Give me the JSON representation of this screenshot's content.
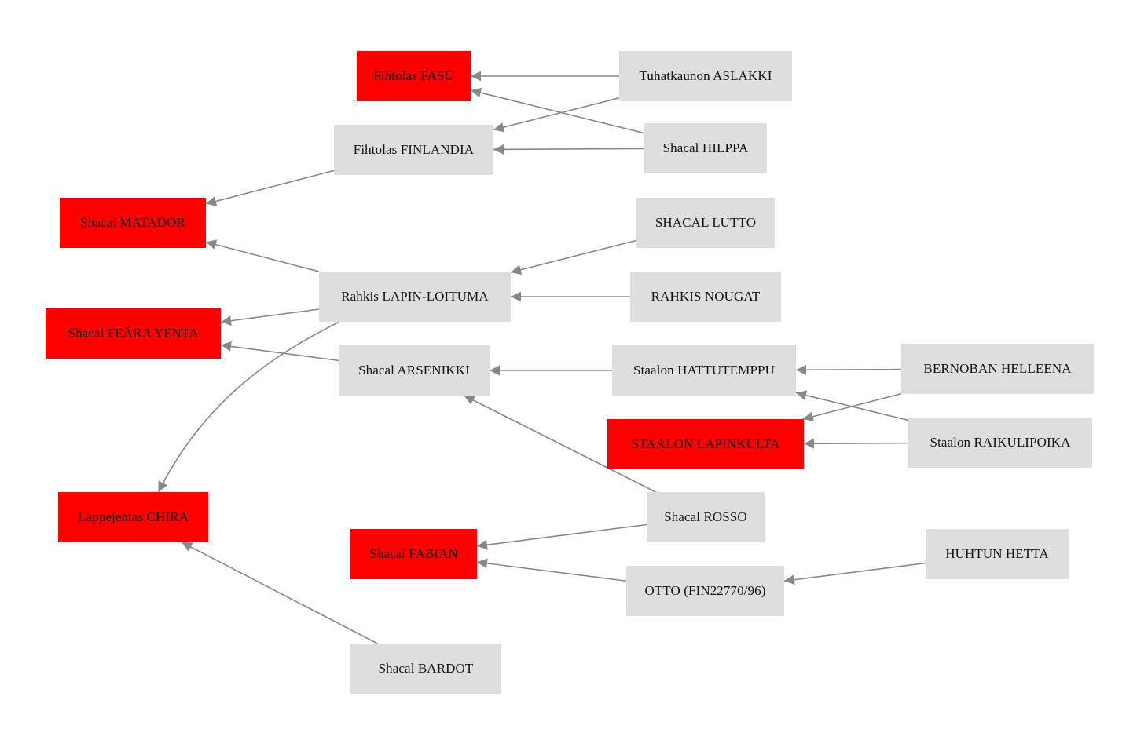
{
  "colors": {
    "highlight": "#ff0000",
    "normal": "#dedede",
    "edge": "#888888"
  },
  "nodes": {
    "fasu": {
      "label": "Fihtolas FASU",
      "color": "red"
    },
    "aslakki": {
      "label": "Tuhatkaunon ASLAKKI",
      "color": "gray"
    },
    "finlandia": {
      "label": "Fihtolas FINLANDIA",
      "color": "gray"
    },
    "hilppa": {
      "label": "Shacal HILPPA",
      "color": "gray"
    },
    "matador": {
      "label": "Shacal MATADOR",
      "color": "red"
    },
    "lutto": {
      "label": "SHACAL LUTTO",
      "color": "gray"
    },
    "lapin": {
      "label": "Rahkis LAPIN-LOITUMA",
      "color": "gray"
    },
    "nougat": {
      "label": "RAHKIS NOUGAT",
      "color": "gray"
    },
    "feara": {
      "label": "Shacal FEÄRA YENTA",
      "color": "red"
    },
    "arsenikki": {
      "label": "Shacal ARSENIKKI",
      "color": "gray"
    },
    "hattu": {
      "label": "Staalon HATTUTEMPPU",
      "color": "gray"
    },
    "bernoban": {
      "label": "BERNOBAN HELLEENA",
      "color": "gray"
    },
    "lapinkulta": {
      "label": "STAALON LAPINKULTA",
      "color": "red"
    },
    "raikuli": {
      "label": "Staalon RAIKULIPOIKA",
      "color": "gray"
    },
    "chira": {
      "label": "Lappejentas CHIRA",
      "color": "red"
    },
    "rosso": {
      "label": "Shacal ROSSO",
      "color": "gray"
    },
    "fabian": {
      "label": "Shacal FABIAN",
      "color": "red"
    },
    "hetta": {
      "label": "HUHTUN HETTA",
      "color": "gray"
    },
    "otto": {
      "label": "OTTO (FIN22770/96)",
      "color": "gray"
    },
    "bardot": {
      "label": "Shacal BARDOT",
      "color": "gray"
    }
  },
  "edges": [
    {
      "from": "aslakki",
      "to": "fasu"
    },
    {
      "from": "aslakki",
      "to": "finlandia"
    },
    {
      "from": "hilppa",
      "to": "fasu"
    },
    {
      "from": "hilppa",
      "to": "finlandia"
    },
    {
      "from": "finlandia",
      "to": "matador"
    },
    {
      "from": "lapin",
      "to": "matador"
    },
    {
      "from": "lutto",
      "to": "lapin"
    },
    {
      "from": "nougat",
      "to": "lapin"
    },
    {
      "from": "lapin",
      "to": "feara"
    },
    {
      "from": "lapin",
      "to": "chira"
    },
    {
      "from": "arsenikki",
      "to": "feara"
    },
    {
      "from": "hattu",
      "to": "arsenikki"
    },
    {
      "from": "bernoban",
      "to": "hattu"
    },
    {
      "from": "bernoban",
      "to": "lapinkulta"
    },
    {
      "from": "raikuli",
      "to": "hattu"
    },
    {
      "from": "raikuli",
      "to": "lapinkulta"
    },
    {
      "from": "rosso",
      "to": "arsenikki"
    },
    {
      "from": "rosso",
      "to": "fabian"
    },
    {
      "from": "otto",
      "to": "fabian"
    },
    {
      "from": "hetta",
      "to": "otto"
    },
    {
      "from": "bardot",
      "to": "chira"
    }
  ]
}
